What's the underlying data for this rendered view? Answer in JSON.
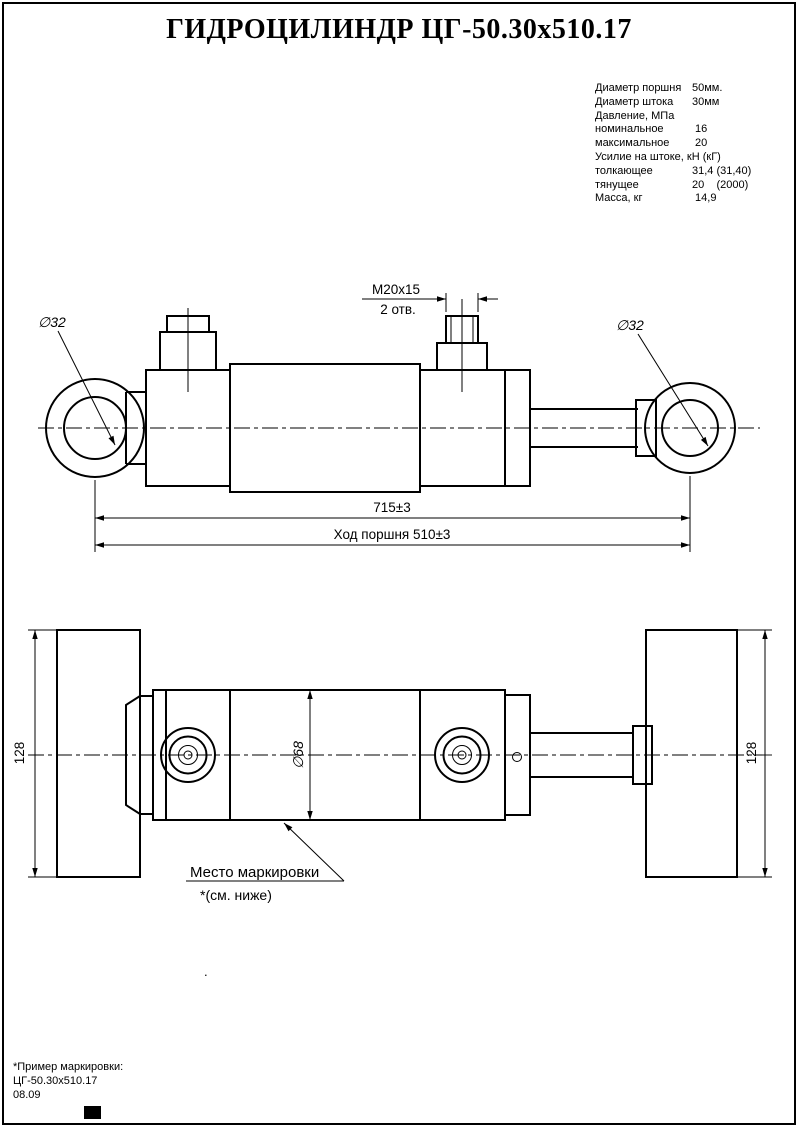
{
  "title": "ГИДРОЦИЛИНДР ЦГ-50.30х510.17",
  "colors": {
    "ink": "#000000",
    "paper": "#ffffff"
  },
  "specs": {
    "rows": [
      {
        "label": "Диаметр поршня",
        "value": "50мм."
      },
      {
        "label": "Диаметр штока",
        "value": "30мм"
      },
      {
        "label": "Давление, МПа",
        "value": ""
      },
      {
        "label": "номинальное",
        "value": " 16"
      },
      {
        "label": "максимальное",
        "value": " 20"
      },
      {
        "label": "Усилие на штоке, кН (кГ)",
        "value": ""
      },
      {
        "label": "толкающее",
        "value": "31,4 (31,40)"
      },
      {
        "label": "тянущее",
        "value": "20    (2000)"
      },
      {
        "label": "Масса, кг",
        "value": " 14,9"
      }
    ]
  },
  "drawing": {
    "labels": {
      "port_thread": "М20х15",
      "port_holes": "2 отв.",
      "eye_dia_left": "∅32",
      "eye_dia_right": "∅32",
      "overall_length": "715±3",
      "stroke": "Ход поршня 510±3",
      "bracket_height_left": "128",
      "bracket_height_right": "128",
      "body_dia": "∅68",
      "marking_place": "Место маркировки",
      "marking_note": "*(см. ниже)",
      "stray_dot": "."
    }
  },
  "footer": {
    "lines": [
      "*Пример маркировки:",
      "ЦГ-50.30х510.17",
      "08.09"
    ]
  }
}
